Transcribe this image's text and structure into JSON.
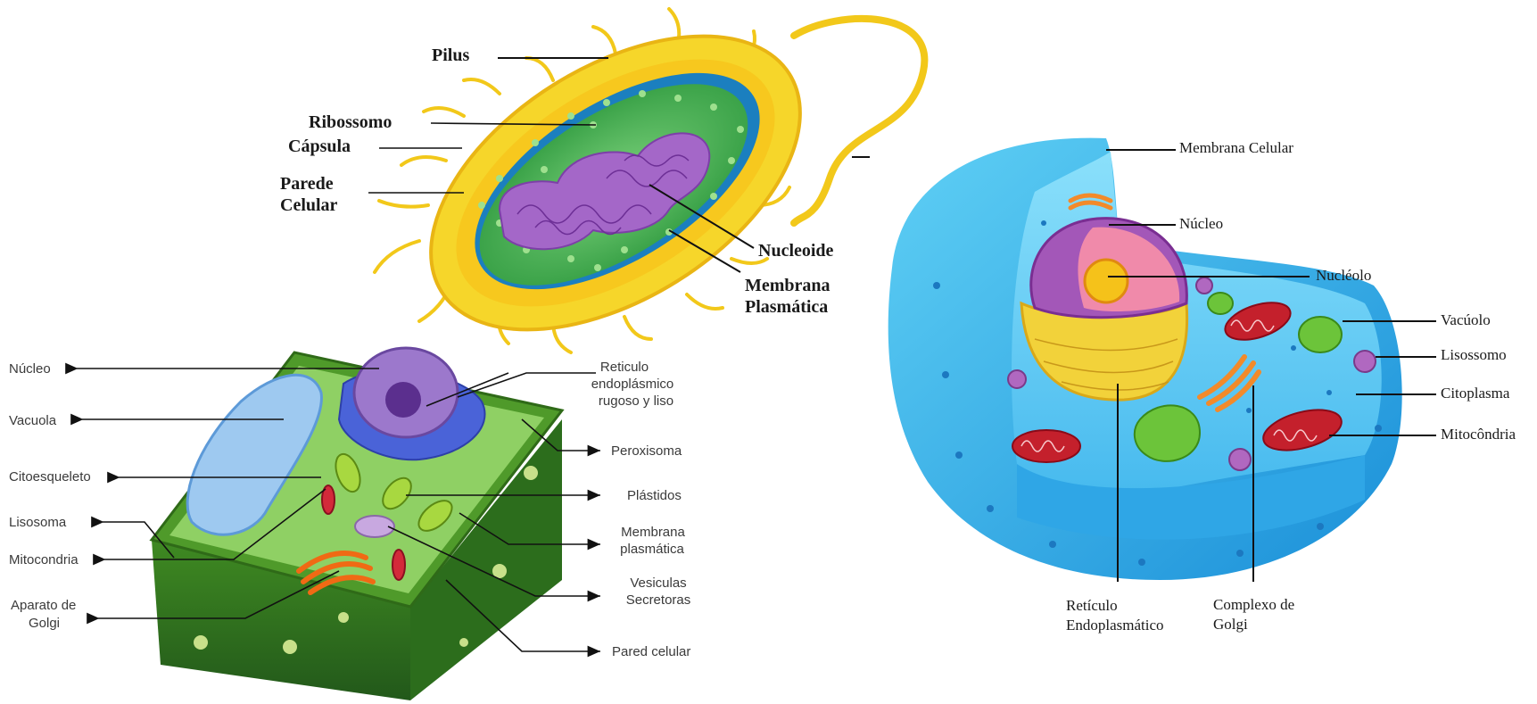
{
  "bacteria": {
    "labels": {
      "pilus": "Pilus",
      "ribossomo": "Ribossomo",
      "capsula": "Cápsula",
      "parede_1": "Parede",
      "parede_2": "Celular",
      "nucleoide": "Nucleoide",
      "membrana_1": "Membrana",
      "membrana_2": "Plasmática"
    }
  },
  "animal_cell": {
    "labels": {
      "membrana_celular": "Membrana Celular",
      "nucleo": "Núcleo",
      "nucleolo": "Nucléolo",
      "vacuolo": "Vacúolo",
      "lisossomo": "Lisossomo",
      "citoplasma": "Citoplasma",
      "mitocondria": "Mitocôndria",
      "reticulo_1": "Retículo",
      "reticulo_2": "Endoplasmático",
      "golgi_1": "Complexo de",
      "golgi_2": "Golgi"
    }
  },
  "plant_cell": {
    "labels": {
      "nucleo": "Núcleo",
      "vacuola": "Vacuola",
      "citoesqueleto": "Citoesqueleto",
      "lisosoma": "Lisosoma",
      "mitocondria": "Mitocondria",
      "golgi_1": "Aparato de",
      "golgi_2": "Golgi",
      "reticulo_1": "Reticulo",
      "reticulo_2": "endoplásmico",
      "reticulo_3": "rugoso y liso",
      "peroxisoma": "Peroxisoma",
      "plastidos": "Plástidos",
      "membrana_1": "Membrana",
      "membrana_2": "plasmática",
      "vesiculas_1": "Vesiculas",
      "vesiculas_2": "Secretoras",
      "pared": "Pared celular"
    }
  }
}
